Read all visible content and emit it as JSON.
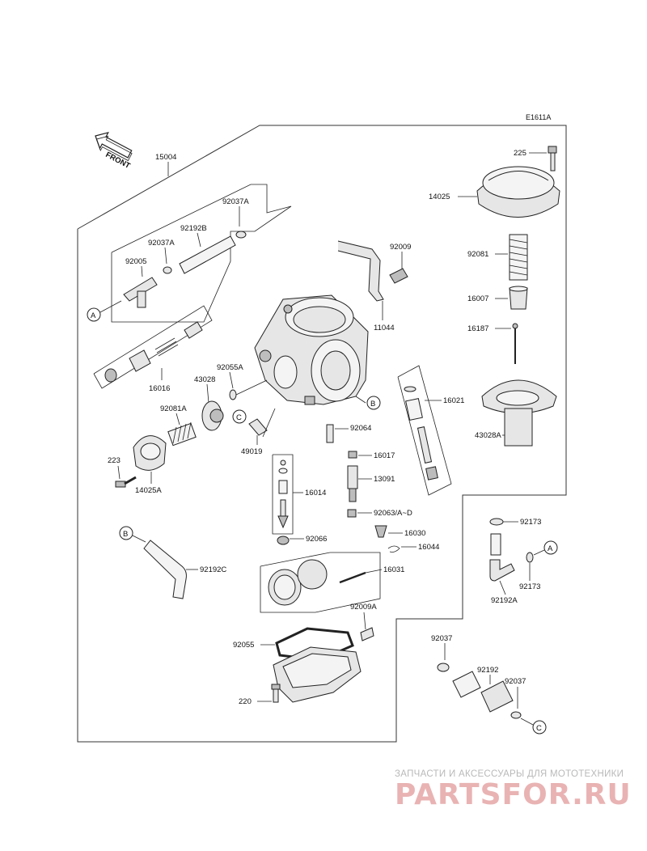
{
  "diagram_code": "E1611A",
  "front_label": "FRONT",
  "callouts": [
    "A",
    "B",
    "C"
  ],
  "part_numbers": {
    "p15004": "15004",
    "p225": "225",
    "p14025": "14025",
    "p92037A_top": "92037A",
    "p92192B": "92192B",
    "p92037A_2": "92037A",
    "p92005": "92005",
    "p92009": "92009",
    "p92081": "92081",
    "p11044": "11044",
    "p16007": "16007",
    "p16187": "16187",
    "p16016": "16016",
    "p92055A": "92055A",
    "p43028": "43028",
    "p16021": "16021",
    "p92081A": "92081A",
    "p92064": "92064",
    "p43028A": "43028A",
    "p49019": "49019",
    "p223": "223",
    "p14025A": "14025A",
    "p16017": "16017",
    "p13091": "13091",
    "p16014": "16014",
    "p92063": "92063/A~D",
    "p92173_a": "92173",
    "p16030": "16030",
    "p16044": "16044",
    "p92066": "92066",
    "p92173_b": "92173",
    "p92192A": "92192A",
    "p92192C": "92192C",
    "p16031": "16031",
    "p92009A": "92009A",
    "p92055": "92055",
    "p92037_a": "92037",
    "p92192": "92192",
    "p92037_b": "92037",
    "p220": "220"
  },
  "watermark": {
    "tagline": "ЗАПЧАСТИ И АКСЕССУАРЫ ДЛЯ МОТОТЕХНИКИ",
    "brand": "PARTSFOR.RU"
  }
}
